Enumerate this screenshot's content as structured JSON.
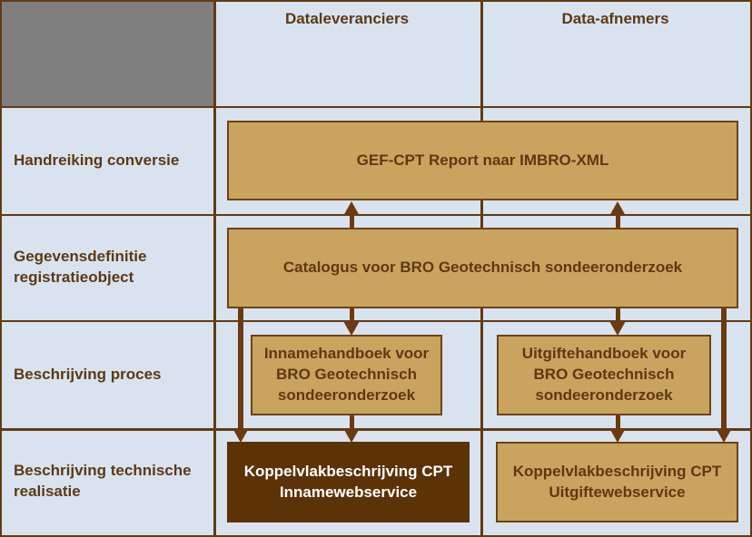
{
  "colors": {
    "bg": "#d9e3f0",
    "grid": "#633a12",
    "cellGray": "#7f7f7f",
    "tan": "#c9a45e",
    "boxBorder": "#6e4214",
    "darkBox": "#5c3207",
    "darkBoxText": "#ffffff",
    "text": "#5f3813",
    "arrow": "#6b3a10"
  },
  "columns": {
    "supplier": "Dataleveranciers",
    "consumer": "Data-afnemers"
  },
  "rows": [
    {
      "label": "Handreiking conversie"
    },
    {
      "label": "Gegevensdefinitie registratieobject"
    },
    {
      "label": "Beschrijving proces"
    },
    {
      "label": "Beschrijving technische realisatie"
    }
  ],
  "boxes": {
    "conversion": {
      "label": "GEF-CPT Report naar IMBRO-XML"
    },
    "catalog": {
      "label": "Catalogus voor BRO Geotechnisch sondeeronderzoek"
    },
    "intake_handbook": {
      "label": "Innamehandboek voor BRO Geotechnisch sondeeronderzoek"
    },
    "delivery_handbook": {
      "label": "Uitgiftehandboek voor BRO Geotechnisch sondeeronderzoek"
    },
    "intake_webservice": {
      "label": "Koppelvlakbeschrijving CPT Innamewebservice"
    },
    "delivery_webservice": {
      "label": "Koppelvlakbeschrijving CPT Uitgiftewebservice"
    }
  },
  "arrows": [
    {
      "from": "catalog",
      "to": "conversion",
      "direction": "up",
      "column": "supplier"
    },
    {
      "from": "catalog",
      "to": "conversion",
      "direction": "up",
      "column": "consumer"
    },
    {
      "from": "catalog",
      "to": "intake_handbook",
      "direction": "down",
      "column": "supplier"
    },
    {
      "from": "catalog",
      "to": "delivery_handbook",
      "direction": "down",
      "column": "consumer"
    },
    {
      "from": "catalog",
      "to": "intake_webservice",
      "direction": "down",
      "column": "supplier-outer"
    },
    {
      "from": "catalog",
      "to": "delivery_webservice",
      "direction": "down",
      "column": "consumer-outer"
    },
    {
      "from": "intake_handbook",
      "to": "intake_webservice",
      "direction": "down",
      "column": "supplier"
    },
    {
      "from": "delivery_handbook",
      "to": "delivery_webservice",
      "direction": "down",
      "column": "consumer"
    }
  ]
}
